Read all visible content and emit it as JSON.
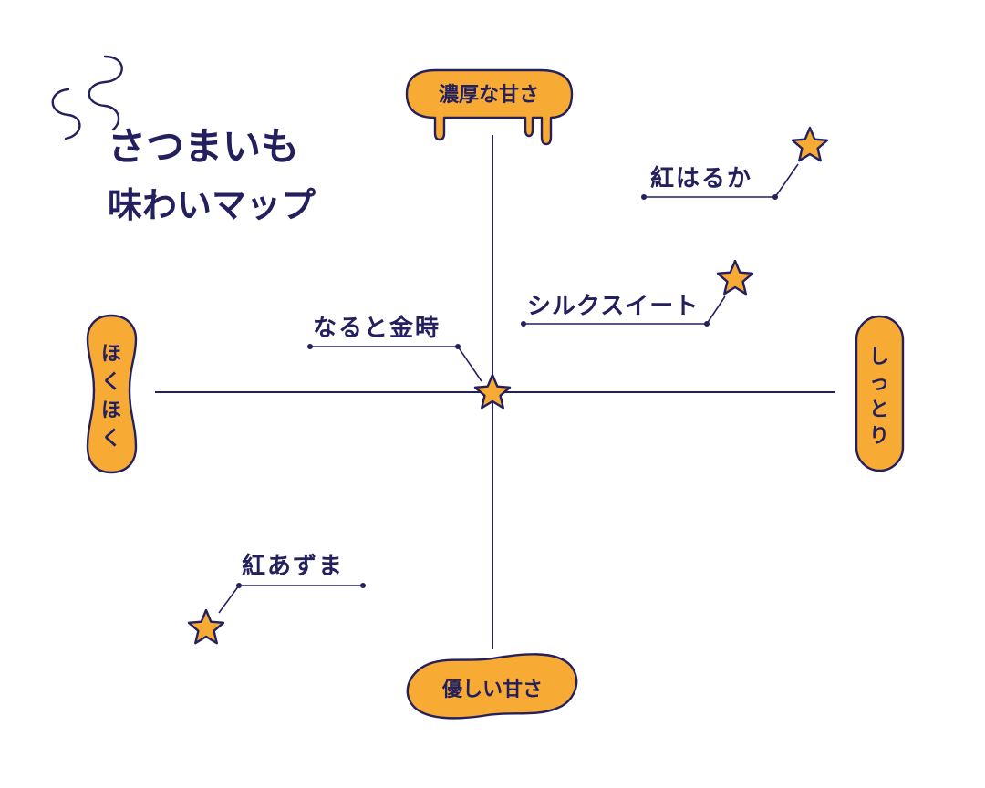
{
  "title": {
    "line1": "さつまいも",
    "line2": "味わいマップ"
  },
  "axes": {
    "top": "濃厚な甘さ",
    "bottom": "優しい甘さ",
    "left": [
      "ほ",
      "く",
      "ほ",
      "く"
    ],
    "right": [
      "し",
      "っ",
      "と",
      "り"
    ]
  },
  "varieties": [
    {
      "label": "紅はるか"
    },
    {
      "label": "シルクスイート"
    },
    {
      "label": "なると金時"
    },
    {
      "label": "紅あずま"
    }
  ],
  "colors": {
    "ink": "#24205e",
    "accent": "#f8ab34",
    "background": "#ffffff"
  },
  "icons": {
    "marker": "star-icon",
    "title_decoration": "steam-icon",
    "top_axis_shape": "dripping-blob",
    "bottom_axis_shape": "puddle-blob"
  }
}
